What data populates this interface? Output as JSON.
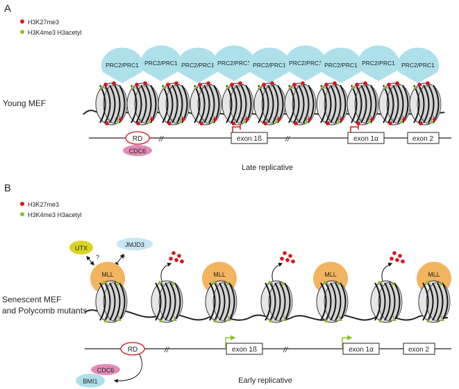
{
  "colors": {
    "red_mark": "#d7141c",
    "green_mark": "#8dbf2a",
    "prc_blue": "#aee0ec",
    "mll_orange": "#f2b45e",
    "utx_olive": "#d9d423",
    "jmjd3_blue": "#c8e6f5",
    "bmi1_blue": "#aee0ec",
    "cdc6_pink": "#e08bb6",
    "rd_red": "#d7141c",
    "promoter_red": "#d7141c",
    "promoter_green": "#8dbf2a"
  },
  "panelA": {
    "letter": "A",
    "legend": [
      {
        "icon": "red-dot-icon",
        "text": "H3K27me3"
      },
      {
        "icon": "green-dot-icon",
        "text": "H3K4me3 H3acetyl"
      }
    ],
    "side_label": "Young MEF",
    "complex_label": "PRC2/PRC1",
    "rd": "RD",
    "cdc6": "CDC6",
    "exon1b": "exon 1ß",
    "exon1a": "exon 1α",
    "exon2": "exon 2",
    "break": "//",
    "caption": "Late replicative"
  },
  "panelB": {
    "letter": "B",
    "legend": [
      {
        "icon": "red-dot-icon",
        "text": "H3K27me3"
      },
      {
        "icon": "green-dot-icon",
        "text": "H3K4me3 H3acetyl"
      }
    ],
    "side_label_1": "Senescent MEF",
    "side_label_2": "and Polycomb mutants",
    "utx": "UTX",
    "jmjd3": "JMJD3",
    "question": "?",
    "mll": "MLL",
    "rd": "RD",
    "cdc6": "CDC6",
    "bmi1": "BMI1",
    "exon1b": "exon 1ß",
    "exon1a": "exon 1α",
    "exon2": "exon 2",
    "break": "//",
    "caption": "Early replicative"
  }
}
